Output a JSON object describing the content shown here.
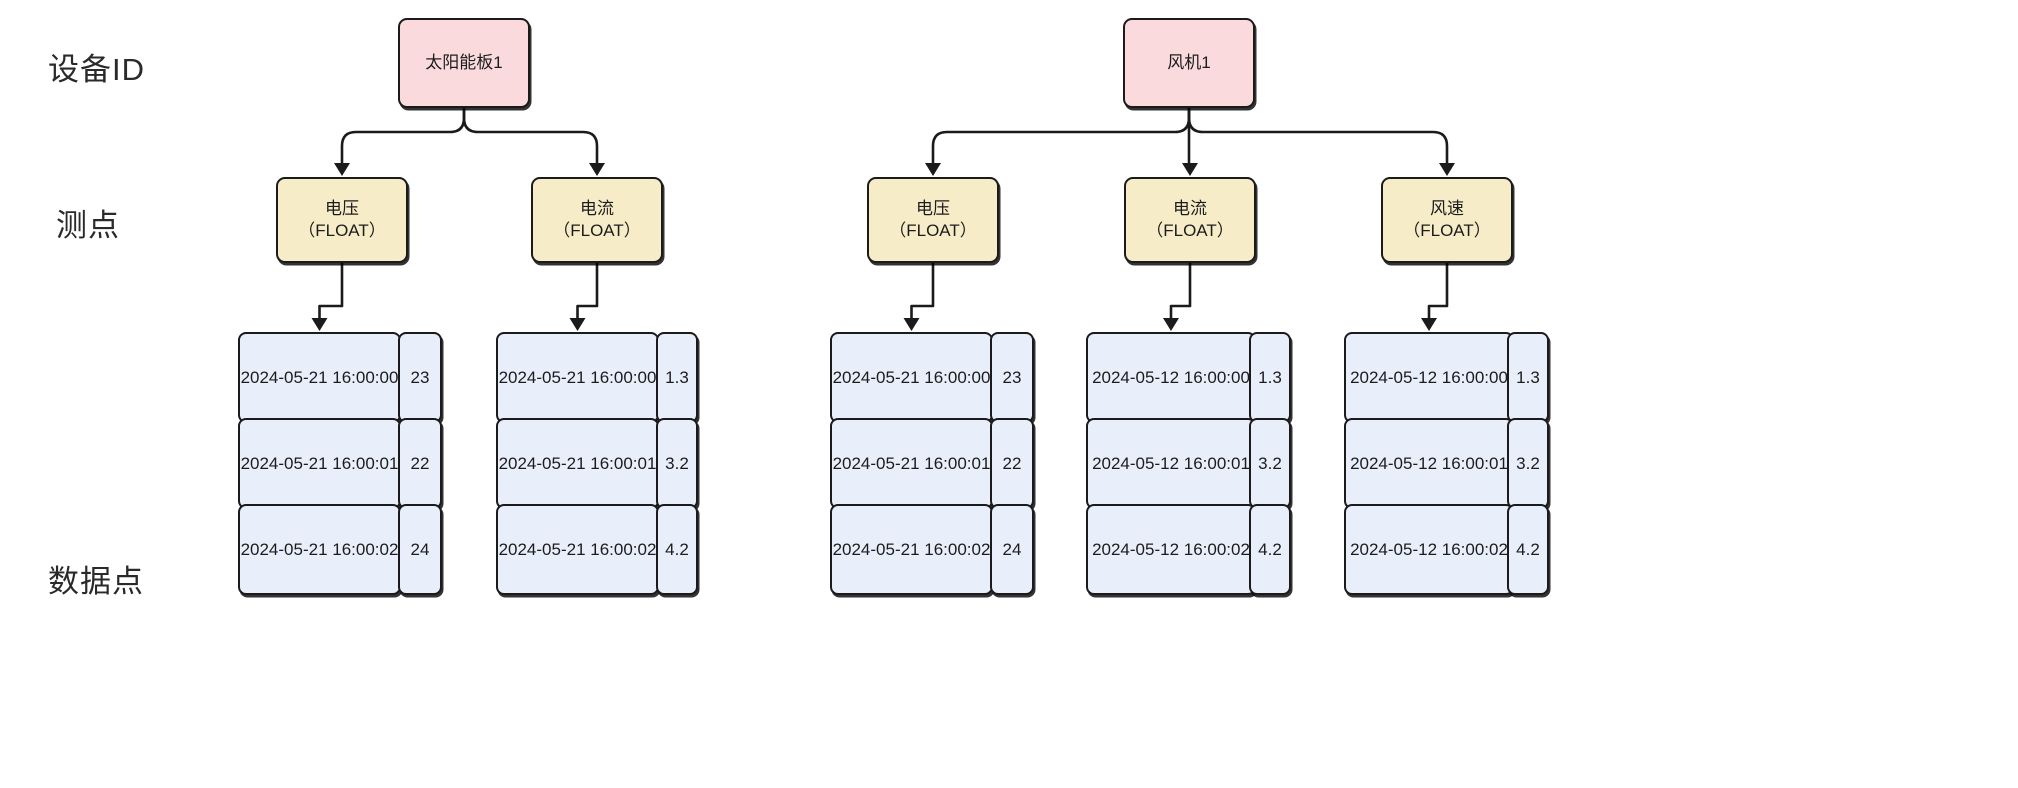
{
  "row_labels": {
    "device": "设备ID",
    "point": "测点",
    "data": "数据点"
  },
  "colors": {
    "device_box": "#fadadd",
    "point_box": "#f7ecc8",
    "data_box": "#e9eefb",
    "stroke": "#1b1b1b",
    "background": "#ffffff"
  },
  "devices": [
    {
      "id": "solar-panel-1",
      "name": "太阳能板1",
      "points": [
        {
          "id": "solar-voltage",
          "name": "电压",
          "type": "（FLOAT）",
          "data": [
            {
              "timestamp": "2024-05-21 16:00:00",
              "value": "23"
            },
            {
              "timestamp": "2024-05-21 16:00:01",
              "value": "22"
            },
            {
              "timestamp": "2024-05-21 16:00:02",
              "value": "24"
            }
          ]
        },
        {
          "id": "solar-current",
          "name": "电流",
          "type": "（FLOAT）",
          "data": [
            {
              "timestamp": "2024-05-21 16:00:00",
              "value": "1.3"
            },
            {
              "timestamp": "2024-05-21 16:00:01",
              "value": "3.2"
            },
            {
              "timestamp": "2024-05-21 16:00:02",
              "value": "4.2"
            }
          ]
        }
      ]
    },
    {
      "id": "wind-turbine-1",
      "name": "风机1",
      "points": [
        {
          "id": "wind-voltage",
          "name": "电压",
          "type": "（FLOAT）",
          "data": [
            {
              "timestamp": "2024-05-21 16:00:00",
              "value": "23"
            },
            {
              "timestamp": "2024-05-21 16:00:01",
              "value": "22"
            },
            {
              "timestamp": "2024-05-21 16:00:02",
              "value": "24"
            }
          ]
        },
        {
          "id": "wind-current",
          "name": "电流",
          "type": "（FLOAT）",
          "data": [
            {
              "timestamp": "2024-05-12 16:00:00",
              "value": "1.3"
            },
            {
              "timestamp": "2024-05-12 16:00:01",
              "value": "3.2"
            },
            {
              "timestamp": "2024-05-12 16:00:02",
              "value": "4.2"
            }
          ]
        },
        {
          "id": "wind-speed",
          "name": "风速",
          "type": "（FLOAT）",
          "data": [
            {
              "timestamp": "2024-05-12 16:00:00",
              "value": "1.3"
            },
            {
              "timestamp": "2024-05-12 16:00:01",
              "value": "3.2"
            },
            {
              "timestamp": "2024-05-12 16:00:02",
              "value": "4.2"
            }
          ]
        }
      ]
    }
  ]
}
